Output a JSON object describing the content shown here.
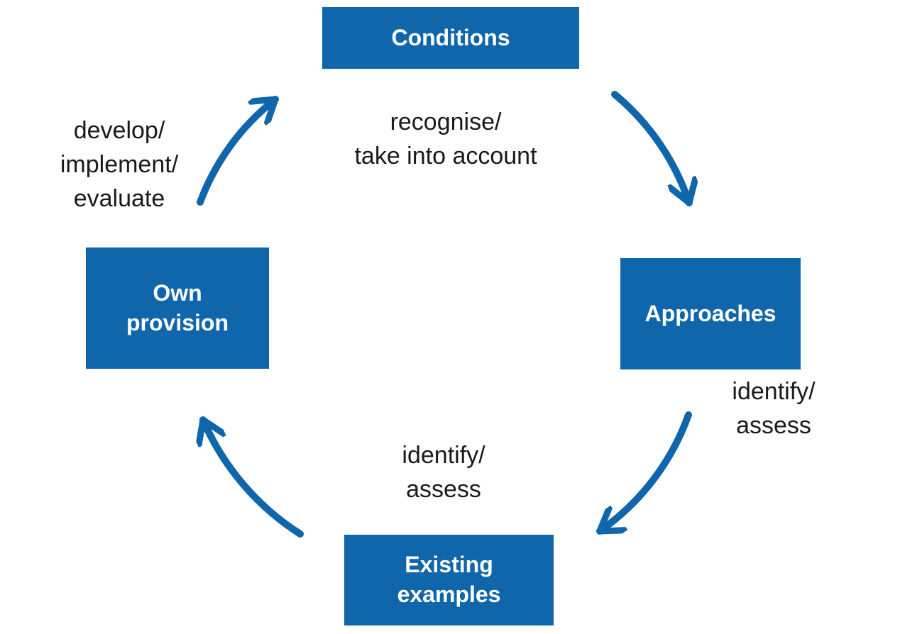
{
  "colors": {
    "accent": "#1066AB",
    "box_text": "#ffffff",
    "label_text": "#1a1a1a",
    "background": "#ffffff"
  },
  "nodes": [
    {
      "id": "conditions",
      "label": "Conditions"
    },
    {
      "id": "approaches",
      "label": "Approaches"
    },
    {
      "id": "existing-examples",
      "label": "Existing\nexamples"
    },
    {
      "id": "own-provision",
      "label": "Own\nprovision"
    }
  ],
  "edges": [
    {
      "from": "conditions",
      "to": "approaches",
      "label": "recognise/\ntake into account"
    },
    {
      "from": "approaches",
      "to": "existing-examples",
      "label": "identify/\nassess"
    },
    {
      "from": "existing-examples",
      "to": "own-provision",
      "label": "identify/\nassess"
    },
    {
      "from": "own-provision",
      "to": "conditions",
      "label": "develop/\nimplement/\nevaluate"
    }
  ]
}
